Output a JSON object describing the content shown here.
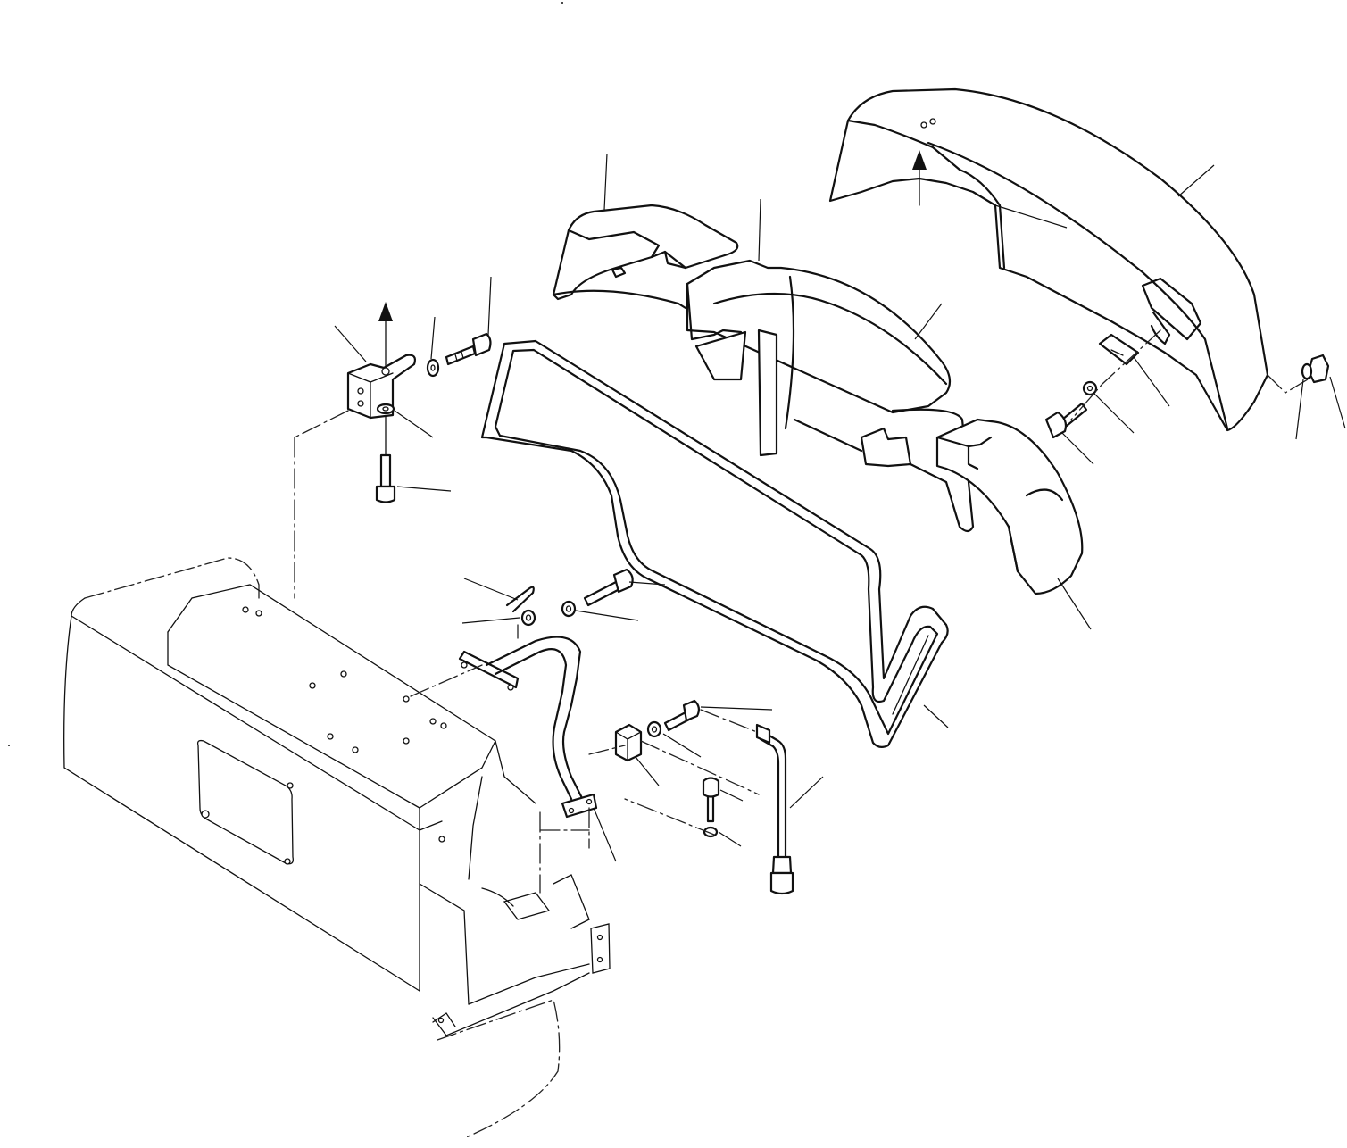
{
  "diagram": {
    "type": "exploded-parts-drawing",
    "text_labels": []
  },
  "parts": [
    {
      "id": "rear-counterweight-top-cover",
      "icon": "cover-shell"
    },
    {
      "id": "counterweight-left-cover",
      "icon": "cover-shell"
    },
    {
      "id": "counterweight-center-cover",
      "icon": "cover-shell"
    },
    {
      "id": "counterweight-right-cover",
      "icon": "cover-shell"
    },
    {
      "id": "rubber-seal-frame",
      "icon": "gasket"
    },
    {
      "id": "hinge-bracket",
      "icon": "bracket"
    },
    {
      "id": "grab-handle",
      "icon": "handle"
    },
    {
      "id": "clamp",
      "icon": "clamp"
    },
    {
      "id": "grease-pipe",
      "icon": "pipe"
    },
    {
      "id": "latch-bracket",
      "icon": "bracket"
    },
    {
      "id": "machine-frame",
      "icon": "frame"
    }
  ]
}
